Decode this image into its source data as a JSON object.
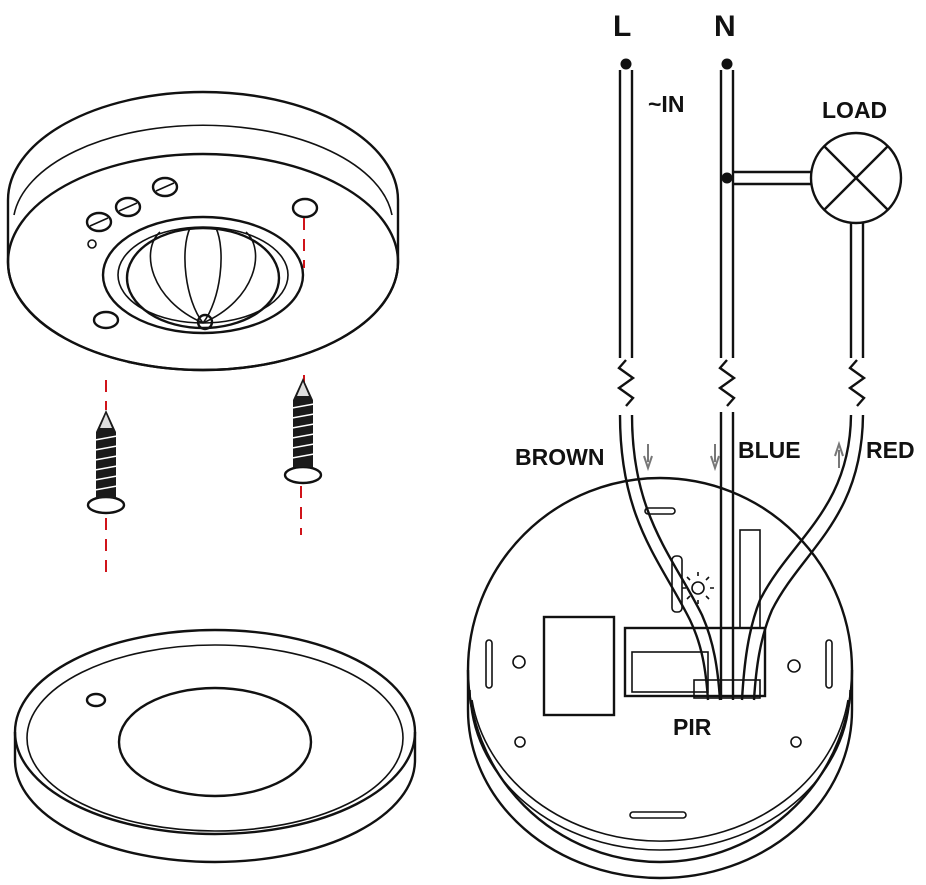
{
  "labels": {
    "line": "L",
    "neutral": "N",
    "input": "~IN",
    "load": "LOAD",
    "brown": "BROWN",
    "blue": "BLUE",
    "red": "RED",
    "pir": "PIR"
  },
  "colors": {
    "ink": "#111111",
    "guide_dash": "#d0141a",
    "background": "#ffffff"
  },
  "icons": [
    "light-sensor-sun-icon",
    "down-arrow-icon",
    "up-arrow-icon",
    "lamp-cross-icon",
    "screw-icon"
  ]
}
